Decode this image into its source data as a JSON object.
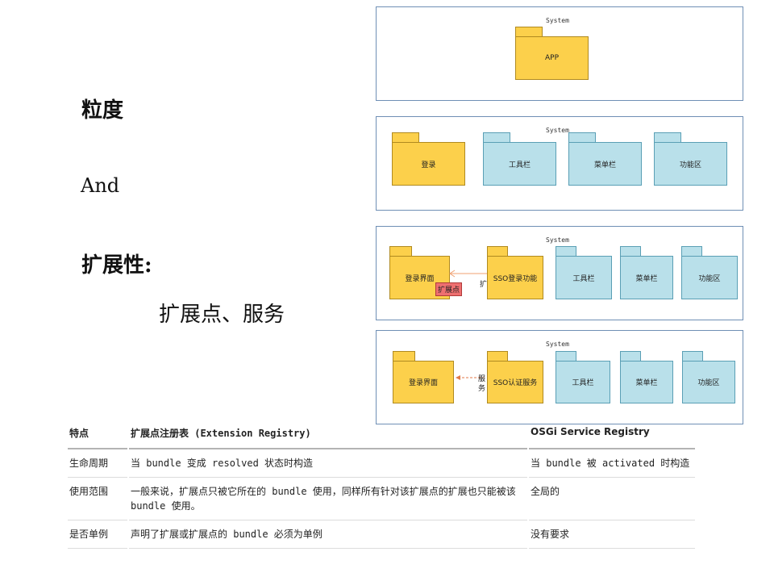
{
  "left": {
    "granularity": "粒度",
    "and": "And",
    "extensibility": "扩展性:",
    "subtitle": "扩展点、服务"
  },
  "diagram1": {
    "system": "System",
    "app": "APP"
  },
  "diagram2": {
    "system": "System",
    "login": "登录",
    "toolbar": "工具栏",
    "menubar": "菜单栏",
    "function_area": "功能区"
  },
  "diagram3": {
    "system": "System",
    "login_ui": "登录界面",
    "ext_point": "扩展点",
    "extend": "扩展",
    "sso_login": "SSO登录功能",
    "toolbar": "工具栏",
    "menubar": "菜单栏",
    "function_area": "功能区"
  },
  "diagram4": {
    "system": "System",
    "login_ui": "登录界面",
    "service_1": "服",
    "service_2": "务",
    "sso_auth": "SSO认证服务",
    "toolbar": "工具栏",
    "menubar": "菜单栏",
    "function_area": "功能区"
  },
  "table": {
    "headers": [
      "特点",
      "扩展点注册表 (Extension Registry)",
      "OSGi Service Registry"
    ],
    "rows": [
      {
        "feature": "生命周期",
        "ext": "当 bundle 变成 resolved 状态时构造",
        "osgi": "当 bundle 被 activated 时构造"
      },
      {
        "feature": "使用范围",
        "ext": "一般来说，扩展点只被它所在的 bundle 使用，同样所有针对该扩展点的扩展也只能被该 bundle 使用。",
        "osgi": "全局的"
      },
      {
        "feature": "是否单例",
        "ext": "声明了扩展或扩展点的 bundle 必须为单例",
        "osgi": "没有要求"
      }
    ]
  },
  "colors": {
    "package_yellow": "#fcd04b",
    "package_blue": "#b9e0ea",
    "ext_point_red": "#ee6f70",
    "frame_border": "#6f8fb5"
  }
}
